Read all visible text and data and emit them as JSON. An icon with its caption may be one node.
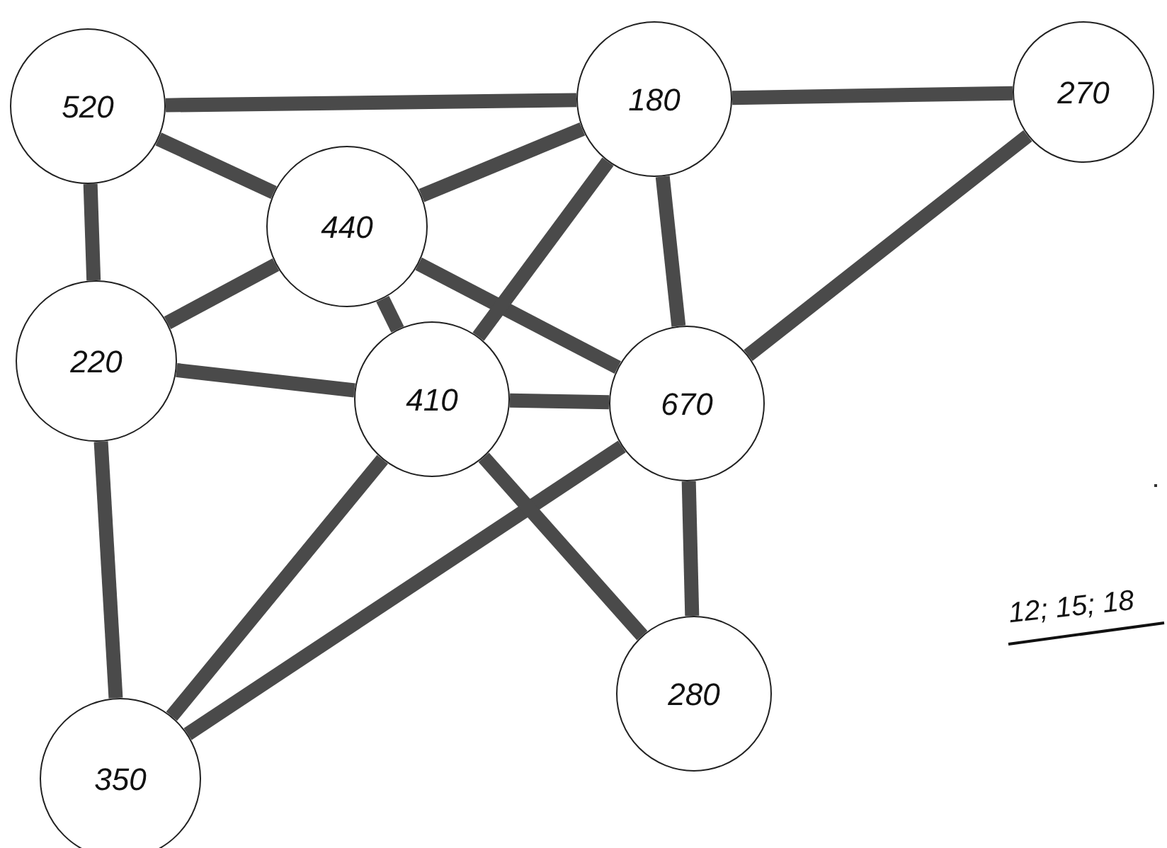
{
  "diagram": {
    "nodes": [
      {
        "text": [
          "520"
        ]
      },
      {
        "text": [
          "180"
        ]
      },
      {
        "text": [
          "270"
        ]
      },
      {
        "text": [
          "440"
        ]
      },
      {
        "text": [
          "220"
        ]
      },
      {
        "text": [
          "410"
        ]
      },
      {
        "text": [
          "670"
        ]
      },
      {
        "text": [
          "350"
        ]
      },
      {
        "text": [
          "280"
        ]
      }
    ],
    "edges": [
      {
        "from": 0,
        "to": 1,
        "arrow": "none"
      },
      {
        "from": 1,
        "to": 2,
        "arrow": "none"
      },
      {
        "from": 0,
        "to": 3,
        "arrow": "none"
      },
      {
        "from": 3,
        "to": 1,
        "arrow": "none"
      },
      {
        "from": 0,
        "to": 4,
        "arrow": "none"
      },
      {
        "from": 4,
        "to": 3,
        "arrow": "none"
      },
      {
        "from": 3,
        "to": 5,
        "arrow": "none"
      },
      {
        "from": 3,
        "to": 6,
        "arrow": "none"
      },
      {
        "from": 1,
        "to": 5,
        "arrow": "none"
      },
      {
        "from": 1,
        "to": 6,
        "arrow": "none"
      },
      {
        "from": 2,
        "to": 6,
        "arrow": "none"
      },
      {
        "from": 4,
        "to": 5,
        "arrow": "none"
      },
      {
        "from": 5,
        "to": 6,
        "arrow": "none"
      },
      {
        "from": 4,
        "to": 7,
        "arrow": "none"
      },
      {
        "from": 5,
        "to": 7,
        "arrow": "none"
      },
      {
        "from": 6,
        "to": 7,
        "arrow": "none"
      },
      {
        "from": 5,
        "to": 8,
        "arrow": "none"
      },
      {
        "from": 6,
        "to": 8,
        "arrow": "none"
      }
    ],
    "labels": [
      "12; 15; 18"
    ]
  }
}
